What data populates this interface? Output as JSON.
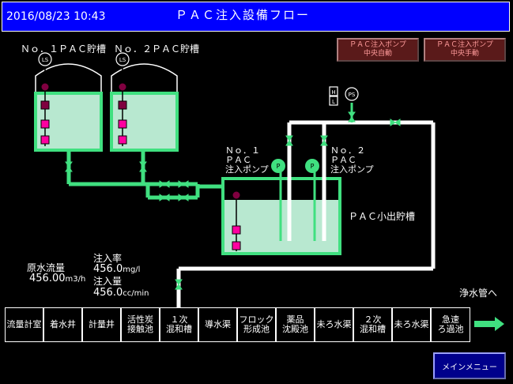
{
  "header": {
    "datetime": "2016/08/23 10:43",
    "title": "ＰＡＣ注入設備フロー"
  },
  "buttons": {
    "pump_auto": [
      "ＰＡＣ注入ポンプ",
      "中央自動"
    ],
    "pump_manual": [
      "ＰＡＣ注入ポンプ",
      "中央手動"
    ],
    "main_menu": "メインメニュー"
  },
  "tanks": {
    "tank1": "Ｎｏ．１ＰＡＣ貯槽",
    "tank2": "Ｎｏ．２ＰＡＣ貯槽",
    "small_tank": "ＰＡＣ小出貯槽"
  },
  "pumps": {
    "pump1": [
      "Ｎｏ．１",
      "ＰＡＣ",
      "注入ポンプ"
    ],
    "pump2": [
      "Ｎｏ．２",
      "ＰＡＣ",
      "注入ポンプ"
    ],
    "pump_glyph": "P"
  },
  "instruments": {
    "level_switch": "LS",
    "pressure_switch": "PS",
    "high": "H",
    "low": "L"
  },
  "readings": {
    "raw_flow_label": "原水流量",
    "raw_flow_value": "456.00",
    "raw_flow_unit": "m3/h",
    "rate_label": "注入率",
    "rate_value": "456.0",
    "rate_unit": "mg/l",
    "amount_label": "注入量",
    "amount_value": "456.0",
    "amount_unit": "cc/min"
  },
  "outlet_label": "浄水管へ",
  "process": [
    [
      "流量計室"
    ],
    [
      "着水井"
    ],
    [
      "計量井"
    ],
    [
      "活性炭",
      "接触池"
    ],
    [
      "１次",
      "混和槽"
    ],
    [
      "導水渠"
    ],
    [
      "フロック",
      "形成池"
    ],
    [
      "薬品",
      "沈殿池"
    ],
    [
      "未ろ水渠"
    ],
    [
      "２次",
      "混和槽"
    ],
    [
      "未ろ水渠"
    ],
    [
      "急速",
      "ろ過池"
    ]
  ],
  "colors": {
    "title_bg": "#0000ff",
    "pipe_green": "#40e080",
    "liquid": "#b8e8d0",
    "pipe_white": "#ffffff",
    "alarm": "#ff00a0"
  }
}
